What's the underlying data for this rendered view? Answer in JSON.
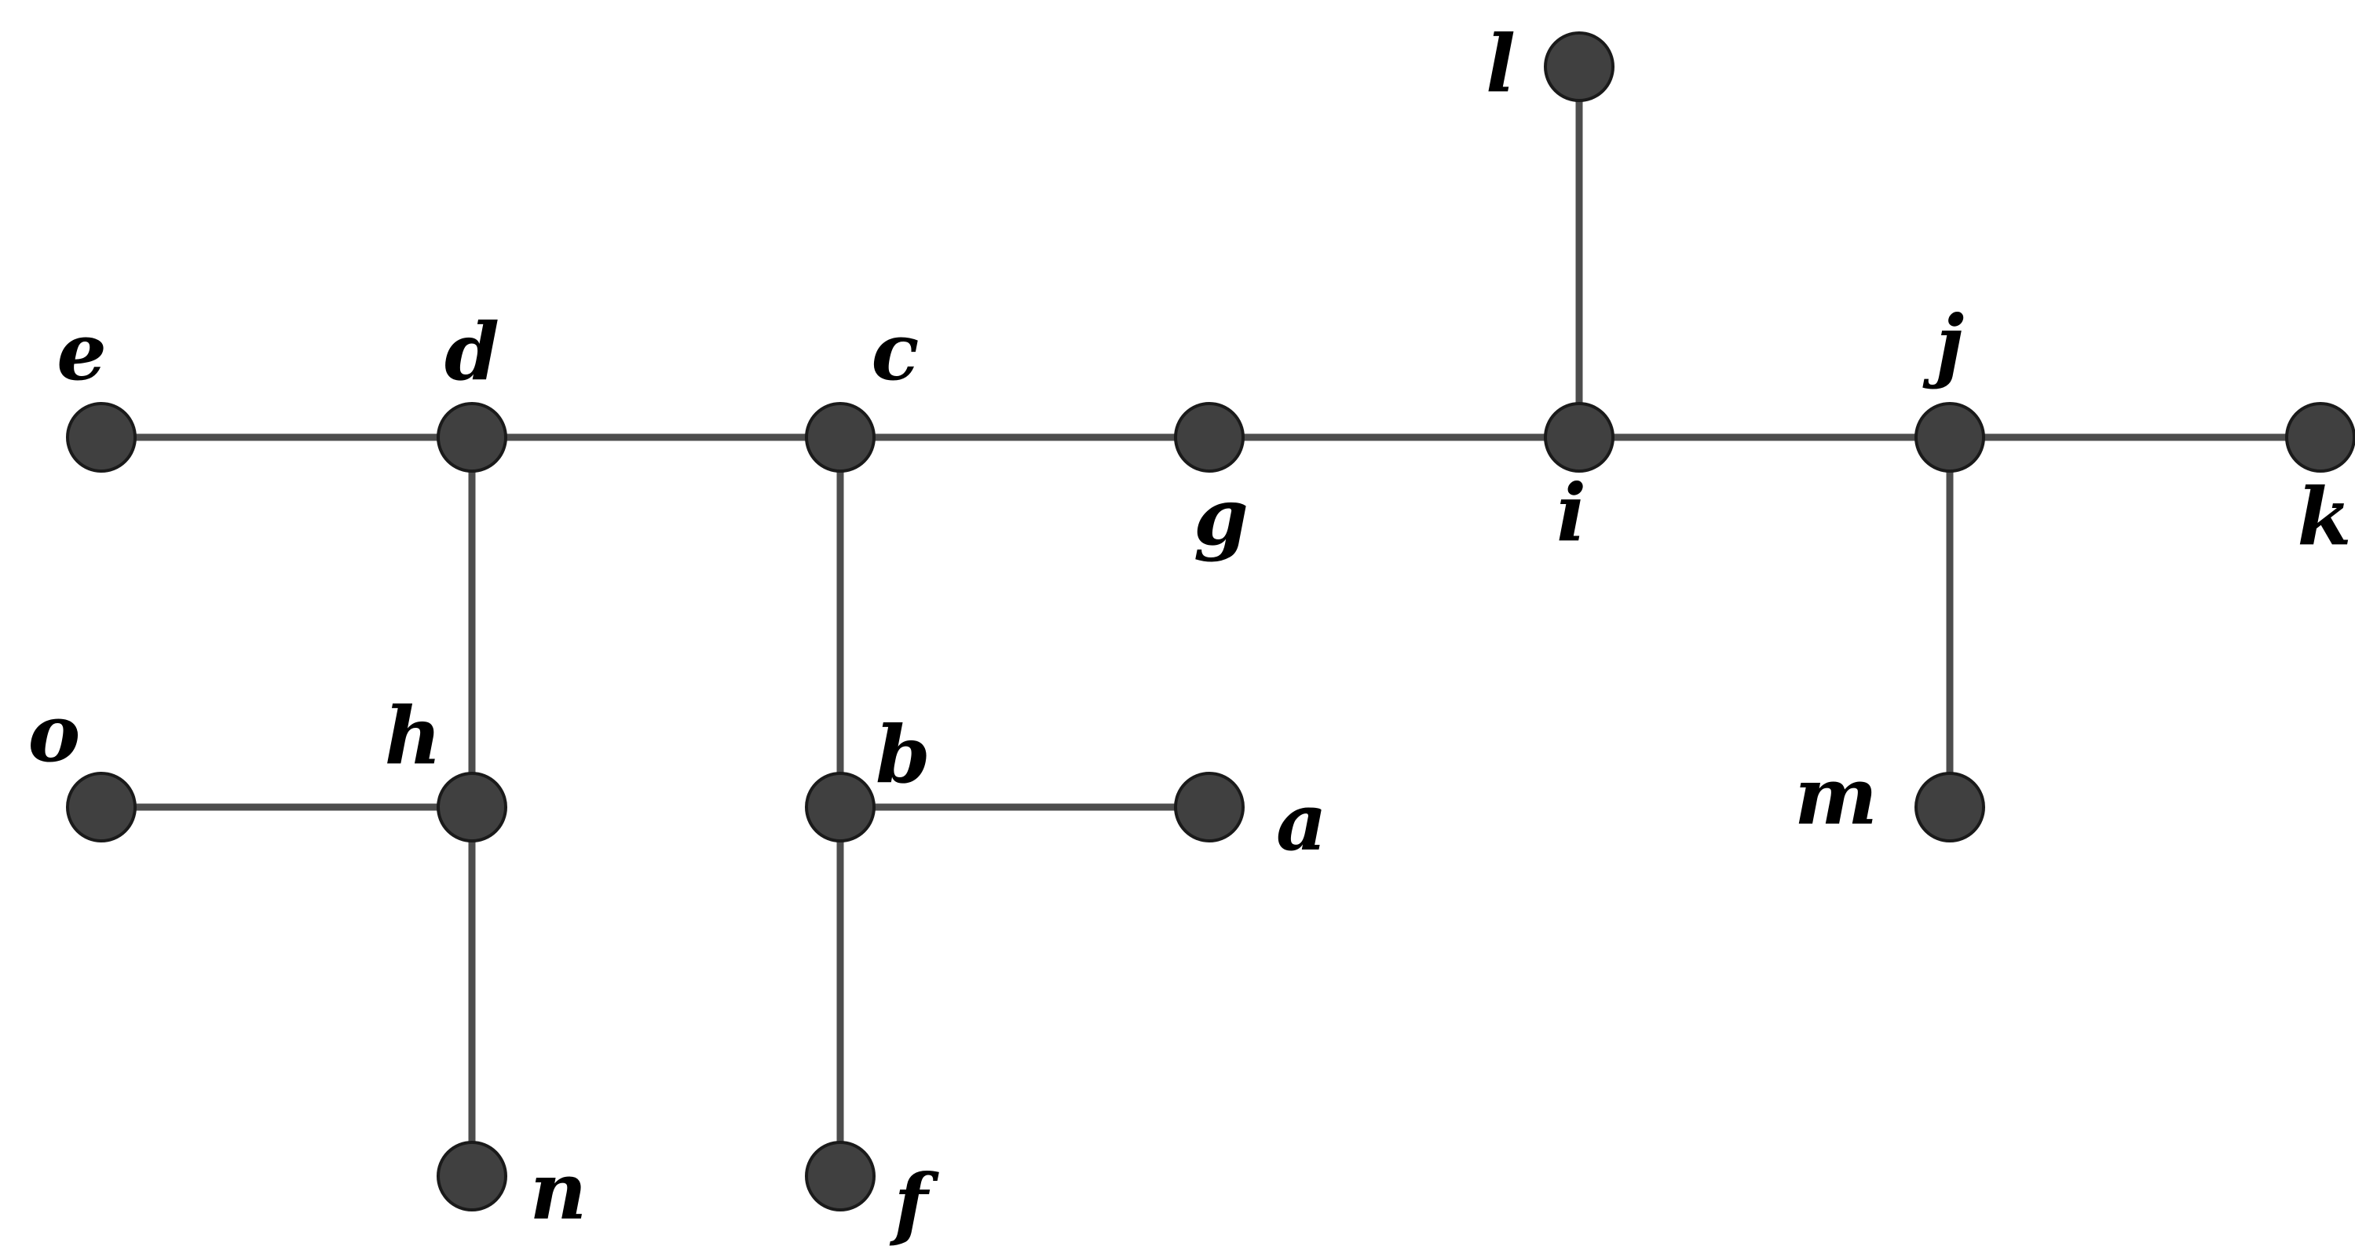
{
  "graph": {
    "colors": {
      "edge": "#4d4d4d",
      "node_fill": "#404040",
      "node_stroke": "#1a1a1a",
      "label": "#000000",
      "background": "#ffffff"
    },
    "nodes": [
      {
        "id": "a",
        "label": "a"
      },
      {
        "id": "b",
        "label": "b"
      },
      {
        "id": "c",
        "label": "c"
      },
      {
        "id": "d",
        "label": "d"
      },
      {
        "id": "e",
        "label": "e"
      },
      {
        "id": "f",
        "label": "f"
      },
      {
        "id": "g",
        "label": "g"
      },
      {
        "id": "h",
        "label": "h"
      },
      {
        "id": "i",
        "label": "i"
      },
      {
        "id": "j",
        "label": "j"
      },
      {
        "id": "k",
        "label": "k"
      },
      {
        "id": "l",
        "label": "l"
      },
      {
        "id": "m",
        "label": "m"
      },
      {
        "id": "n",
        "label": "n"
      },
      {
        "id": "o",
        "label": "o"
      }
    ],
    "edges": [
      {
        "from": "e",
        "to": "d"
      },
      {
        "from": "d",
        "to": "c"
      },
      {
        "from": "c",
        "to": "g"
      },
      {
        "from": "g",
        "to": "i"
      },
      {
        "from": "i",
        "to": "j"
      },
      {
        "from": "j",
        "to": "k"
      },
      {
        "from": "i",
        "to": "l"
      },
      {
        "from": "d",
        "to": "h"
      },
      {
        "from": "h",
        "to": "o"
      },
      {
        "from": "h",
        "to": "n"
      },
      {
        "from": "c",
        "to": "b"
      },
      {
        "from": "b",
        "to": "a"
      },
      {
        "from": "b",
        "to": "f"
      },
      {
        "from": "j",
        "to": "m"
      }
    ]
  }
}
